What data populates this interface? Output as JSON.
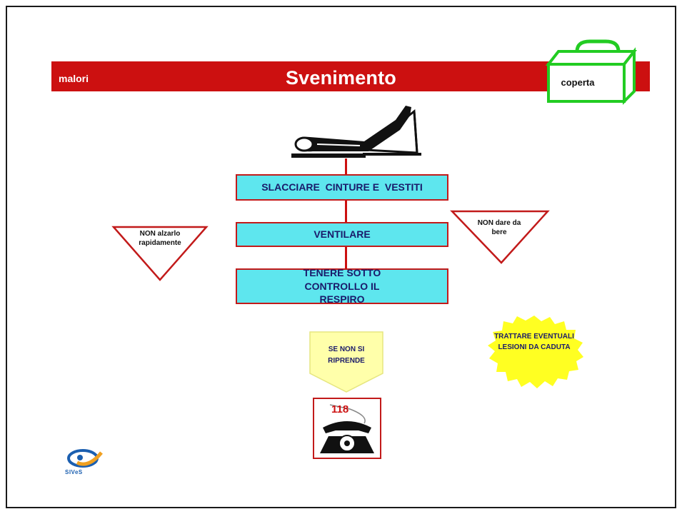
{
  "header": {
    "section": "malori",
    "title": "Svenimento",
    "kit_label": "coperta"
  },
  "steps": [
    "SLACCIARE  CINTURE E  VESTITI",
    "VENTILARE",
    "TENERE SOTTO CONTROLLO IL RESPIRO"
  ],
  "warnings": {
    "left": "NON alzarlo rapidamente",
    "right": "NON dare da bere"
  },
  "condition": "SE NON SI RIPRENDE",
  "side_note": "TRATTARE EVENTUALI LESIONI DA CADUTA",
  "emergency_number": "118",
  "logo_text": "SIVeS",
  "colors": {
    "header_red": "#cc1010",
    "step_cyan": "#5ee6ee",
    "kit_green": "#22cc22",
    "note_yellow": "#ffff22",
    "arrow_yellow": "#ffffaa"
  }
}
